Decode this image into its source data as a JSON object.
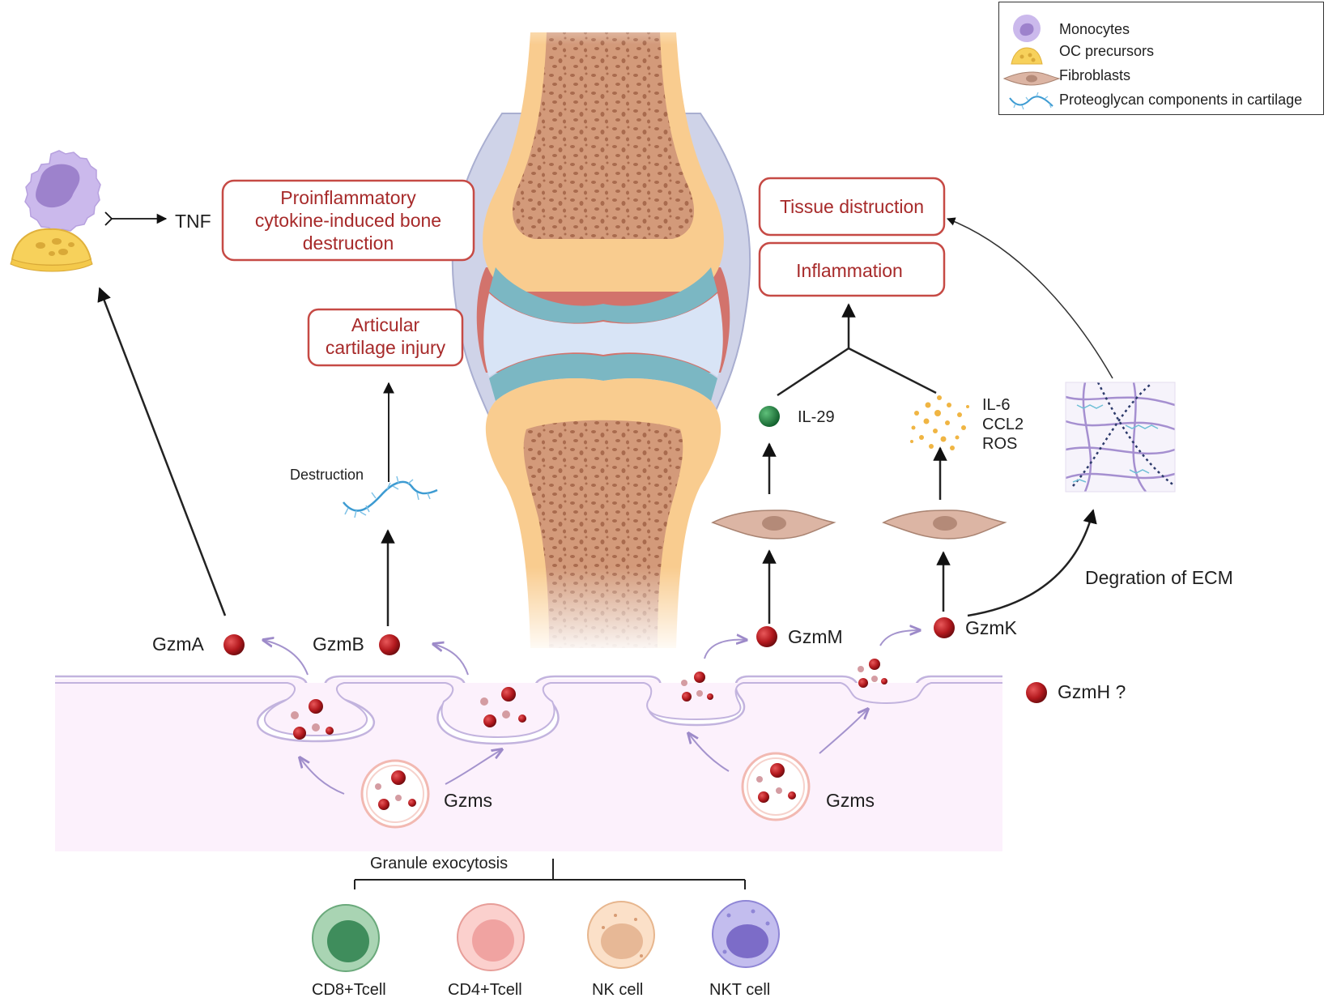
{
  "legend": {
    "monocytes": "Monocytes",
    "oc_precursors": "OC precursors",
    "fibroblasts": "Fibroblasts",
    "proteoglycan": "Proteoglycan components in cartilage"
  },
  "labels": {
    "tnf": "TNF",
    "destruction": "Destruction",
    "il29": "IL-29",
    "il6": "IL-6",
    "ccl2": "CCL2",
    "ros": "ROS",
    "degradation_ecm": "Degration of ECM",
    "gzma": "GzmA",
    "gzmb": "GzmB",
    "gzmm": "GzmM",
    "gzmk": "GzmK",
    "gzmh": "GzmH ?",
    "gzms_left": "Gzms",
    "gzms_right": "Gzms",
    "granule_exocytosis": "Granule exocytosis"
  },
  "boxes": {
    "proinflammatory": [
      "Proinflammatory",
      "cytokine-induced bone",
      "destruction"
    ],
    "articular": [
      "Articular",
      "cartilage injury"
    ],
    "tissue": "Tissue distruction",
    "inflammation": "Inflammation"
  },
  "cells": {
    "cd8": "CD8+Tcell",
    "cd4": "CD4+Tcell",
    "nk": "NK cell",
    "nkt": "NKT cell"
  },
  "colors": {
    "accent_red": "#a72a2a",
    "granzyme": "#b3191e",
    "membrane": "#fbf0fb",
    "bone": "#c99072",
    "cartilage": "#f7c688"
  }
}
